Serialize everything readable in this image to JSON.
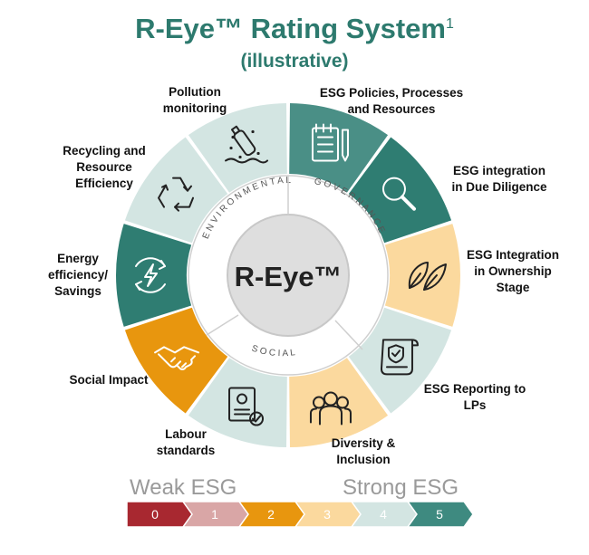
{
  "header": {
    "title": "R-Eye™ Rating System",
    "footnote_marker": "1",
    "subtitle": "(illustrative)"
  },
  "center": {
    "label": "R-Eye™"
  },
  "rings": {
    "environmental": "E N V I R O N M E N T A L",
    "governance": "G O V E R N A N C E",
    "social": "S O C I A L"
  },
  "segments": [
    {
      "label_lines": [
        "ESG Policies, Processes",
        "and Resources"
      ],
      "icon": "clipboard-pen-icon",
      "color": "#4a8f86"
    },
    {
      "label_lines": [
        "ESG integration",
        "in Due Diligence"
      ],
      "icon": "magnifier-icon",
      "color": "#2f7d72"
    },
    {
      "label_lines": [
        "ESG Integration",
        "in Ownership",
        "Stage"
      ],
      "icon": "leaves-icon",
      "color": "#fbd99e"
    },
    {
      "label_lines": [
        "ESG Reporting to",
        "LPs"
      ],
      "icon": "certificate-scroll-icon",
      "color": "#d3e5e2"
    },
    {
      "label_lines": [
        "Diversity &",
        "Inclusion"
      ],
      "icon": "people-group-icon",
      "color": "#fbd99e"
    },
    {
      "label_lines": [
        "Labour",
        "standards"
      ],
      "icon": "document-badge-icon",
      "color": "#d3e5e2"
    },
    {
      "label_lines": [
        "Social Impact"
      ],
      "icon": "handshake-icon",
      "color": "#e8960e"
    },
    {
      "label_lines": [
        "Energy",
        "efficiency/",
        "Savings"
      ],
      "icon": "energy-cycle-icon",
      "color": "#2f7d72"
    },
    {
      "label_lines": [
        "Recycling and",
        "Resource",
        "Efficiency"
      ],
      "icon": "recycle-icon",
      "color": "#d3e5e2"
    },
    {
      "label_lines": [
        "Pollution",
        "monitoring"
      ],
      "icon": "bottle-pollution-icon",
      "color": "#d3e5e2"
    }
  ],
  "scale": {
    "weak_label": "Weak ESG",
    "strong_label": "Strong ESG",
    "steps": [
      {
        "value": "0",
        "color": "#a82830",
        "text_color": "#ffffff"
      },
      {
        "value": "1",
        "color": "#d9a6a6",
        "text_color": "#ffffff"
      },
      {
        "value": "2",
        "color": "#e8960e",
        "text_color": "#ffffff"
      },
      {
        "value": "3",
        "color": "#fbd99e",
        "text_color": "#ffffff"
      },
      {
        "value": "4",
        "color": "#d3e5e2",
        "text_color": "#ffffff"
      },
      {
        "value": "5",
        "color": "#3e8a80",
        "text_color": "#ffffff"
      }
    ]
  }
}
